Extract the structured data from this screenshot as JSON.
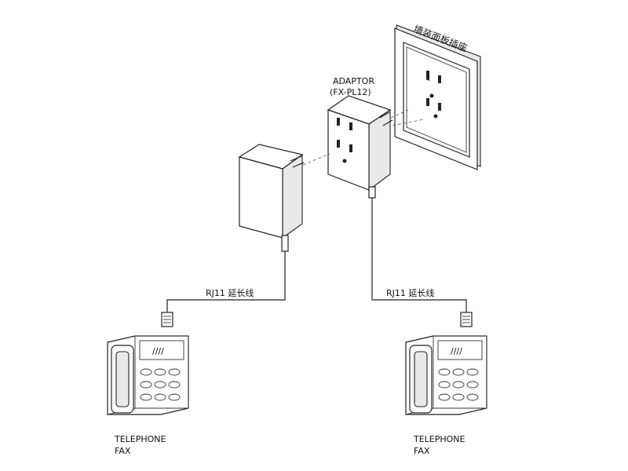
{
  "wall_outlet": {
    "label": "墙装面板插座"
  },
  "adaptor": {
    "label": "ADAPTOR",
    "model": "(FX-PL12)"
  },
  "left_cable": {
    "label": "RJ11 延长线"
  },
  "right_cable": {
    "label": "RJ11 延长线"
  },
  "left_phone": {
    "label_line1": "TELEPHONE",
    "label_line2": "FAX",
    "keypad_marks": "////"
  },
  "right_phone": {
    "label_line1": "TELEPHONE",
    "label_line2": "FAX",
    "keypad_marks": "////"
  }
}
